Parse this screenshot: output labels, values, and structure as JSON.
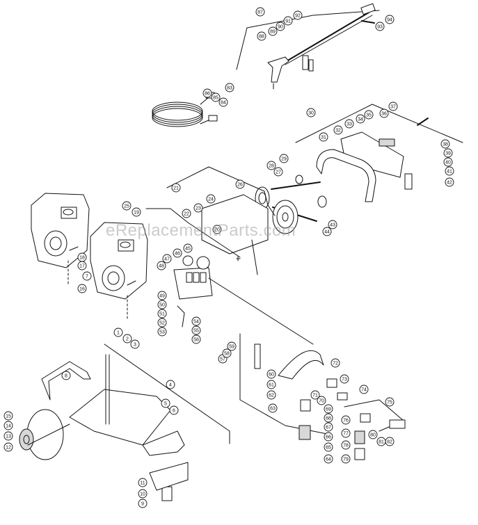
{
  "watermark": "eReplacementParts.com",
  "colors": {
    "line": "#111111",
    "fill": "#ffffff",
    "shade": "#d8d8d8",
    "watermark": "#a0a0a0"
  },
  "callouts": [
    "1",
    "2",
    "3",
    "4",
    "5",
    "6",
    "7",
    "8",
    "9",
    "10",
    "11",
    "12",
    "13",
    "14",
    "15",
    "16",
    "17",
    "18",
    "19",
    "20",
    "21",
    "22",
    "23",
    "24",
    "25",
    "26",
    "27",
    "28",
    "29",
    "30",
    "31",
    "32",
    "33",
    "34",
    "35",
    "36",
    "37",
    "38",
    "39",
    "40",
    "41",
    "42",
    "43",
    "44",
    "45",
    "46",
    "47",
    "48",
    "49",
    "50",
    "51",
    "52",
    "53",
    "54",
    "55",
    "56",
    "57",
    "58",
    "59",
    "60",
    "61",
    "62",
    "63",
    "64",
    "65",
    "66",
    "67",
    "68",
    "69",
    "70",
    "71",
    "72",
    "73",
    "74",
    "75",
    "76",
    "77",
    "78",
    "79",
    "80",
    "81",
    "82",
    "83",
    "84",
    "85",
    "86",
    "87",
    "88",
    "89",
    "90",
    "91",
    "92",
    "93",
    "94"
  ]
}
